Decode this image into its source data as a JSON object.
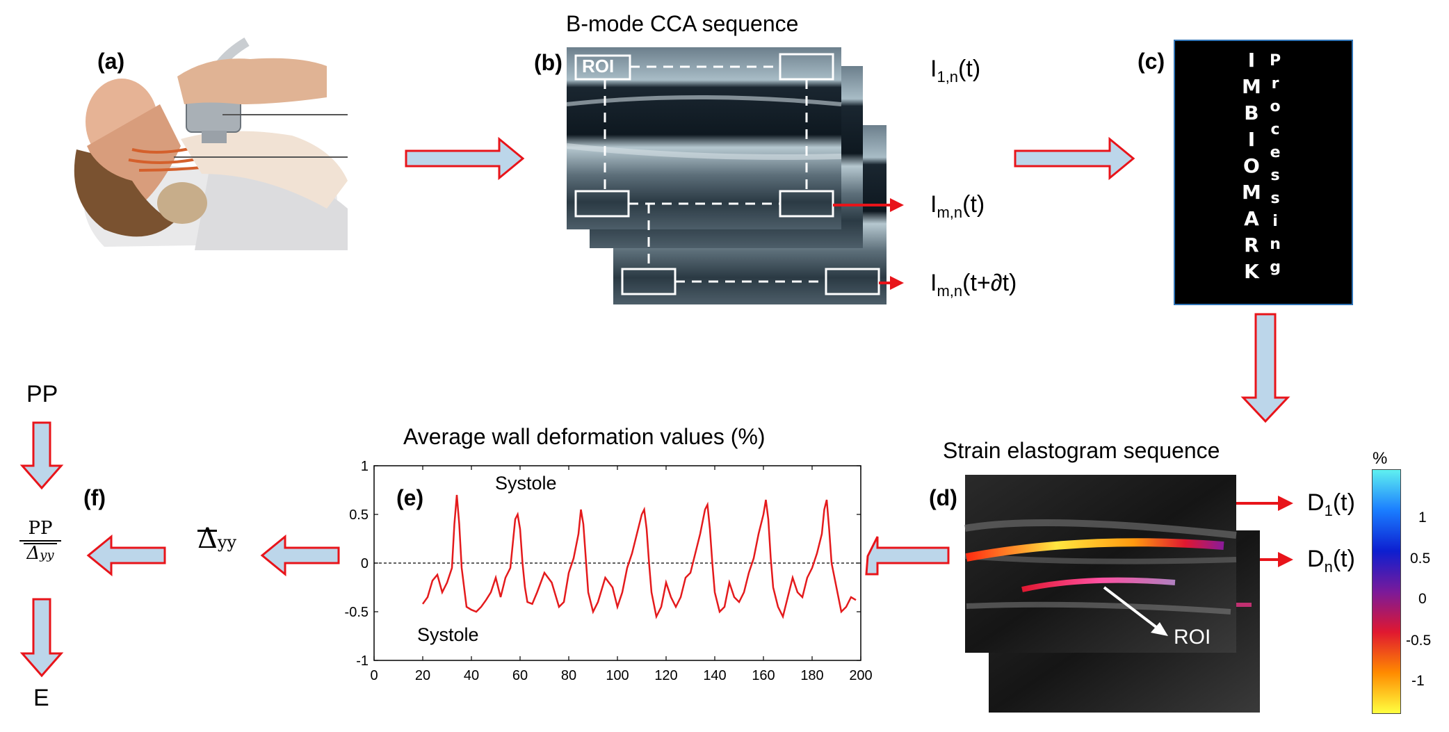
{
  "panels": {
    "a": "(a)",
    "b": "(b)",
    "c": "(c)",
    "d": "(d)",
    "e": "(e)",
    "f": "(f)"
  },
  "bmode": {
    "title": "B-mode CCA sequence",
    "roi_box": "ROI",
    "frame_label_1": {
      "main": "I",
      "sub": "1,n",
      "tail": "(t)"
    },
    "frame_label_m": {
      "main": "I",
      "sub": "m,n",
      "tail": "(t)"
    },
    "frame_label_mdt": {
      "main": "I",
      "sub": "m,n",
      "tail": "(t+∂t)"
    }
  },
  "processing": {
    "col1": [
      "I",
      "M",
      "B",
      "I",
      "O",
      "M",
      "A",
      "R",
      "K"
    ],
    "col2": [
      "P",
      "r",
      "o",
      "c",
      "e",
      "s",
      "s",
      "i",
      "n",
      "g"
    ]
  },
  "elastogram": {
    "title": "Strain elastogram sequence",
    "roi_label": "ROI",
    "out_1": {
      "main": "D",
      "sub": "1",
      "tail": "(t)"
    },
    "out_n": {
      "main": "D",
      "sub": "n",
      "tail": "(t)"
    },
    "colorbar": {
      "unit": "%",
      "ticks": [
        "1",
        "0.5",
        "0",
        "-0.5",
        "-1"
      ],
      "colors": [
        "#5ff0f0",
        "#1a7dff",
        "#0d1fd0",
        "#7a1a9a",
        "#e01830",
        "#ff8a00",
        "#ffff40"
      ]
    }
  },
  "chart_data": {
    "type": "line",
    "title": "Average wall deformation values (%)",
    "xlim": [
      0,
      200
    ],
    "ylim": [
      -1,
      1
    ],
    "xticks": [
      "0",
      "20",
      "40",
      "60",
      "80",
      "100",
      "120",
      "140",
      "160",
      "180",
      "200"
    ],
    "yticks": [
      "1",
      "0.5",
      "0",
      "-0.5",
      "-1"
    ],
    "annotation_top": "Systole",
    "annotation_bottom": "Systole",
    "zero_line": "dashed",
    "line_color": "#e41a1c",
    "x": [
      20,
      22,
      24,
      26,
      28,
      30,
      32,
      33,
      34,
      35,
      36,
      37,
      38,
      40,
      42,
      44,
      46,
      48,
      50,
      52,
      54,
      56,
      57,
      58,
      59,
      60,
      61,
      62,
      63,
      65,
      67,
      70,
      73,
      76,
      78,
      80,
      82,
      84,
      85,
      86,
      87,
      88,
      90,
      92,
      95,
      98,
      100,
      102,
      104,
      106,
      108,
      110,
      111,
      112,
      113,
      114,
      116,
      118,
      120,
      122,
      124,
      126,
      128,
      130,
      132,
      134,
      136,
      137,
      138,
      139,
      140,
      142,
      144,
      146,
      148,
      150,
      152,
      154,
      156,
      158,
      160,
      161,
      162,
      163,
      164,
      166,
      168,
      170,
      172,
      174,
      176,
      178,
      180,
      182,
      184,
      185,
      186,
      187,
      188,
      190,
      192,
      194,
      196,
      198
    ],
    "y": [
      -0.42,
      -0.35,
      -0.18,
      -0.12,
      -0.3,
      -0.2,
      -0.05,
      0.4,
      0.7,
      0.4,
      -0.05,
      -0.25,
      -0.45,
      -0.48,
      -0.5,
      -0.45,
      -0.38,
      -0.3,
      -0.15,
      -0.35,
      -0.15,
      -0.05,
      0.2,
      0.45,
      0.5,
      0.35,
      0.0,
      -0.25,
      -0.4,
      -0.42,
      -0.3,
      -0.1,
      -0.2,
      -0.45,
      -0.4,
      -0.1,
      0.05,
      0.3,
      0.55,
      0.4,
      0.05,
      -0.3,
      -0.5,
      -0.4,
      -0.15,
      -0.25,
      -0.45,
      -0.3,
      -0.05,
      0.1,
      0.3,
      0.5,
      0.55,
      0.35,
      0.0,
      -0.3,
      -0.55,
      -0.45,
      -0.2,
      -0.35,
      -0.45,
      -0.35,
      -0.15,
      -0.1,
      0.1,
      0.3,
      0.55,
      0.6,
      0.35,
      0.0,
      -0.3,
      -0.5,
      -0.45,
      -0.2,
      -0.35,
      -0.4,
      -0.3,
      -0.1,
      0.05,
      0.3,
      0.5,
      0.65,
      0.45,
      0.05,
      -0.25,
      -0.45,
      -0.55,
      -0.35,
      -0.15,
      -0.3,
      -0.35,
      -0.15,
      -0.05,
      0.1,
      0.3,
      0.55,
      0.65,
      0.35,
      0.0,
      -0.25,
      -0.5,
      -0.45,
      -0.35,
      -0.38
    ]
  },
  "flow": {
    "delta": "Δ",
    "delta_sub": "yy",
    "pp_top": "PP",
    "frac_num": "PP",
    "frac_den": "Δ",
    "frac_den_sub": "yy",
    "result": "E"
  }
}
